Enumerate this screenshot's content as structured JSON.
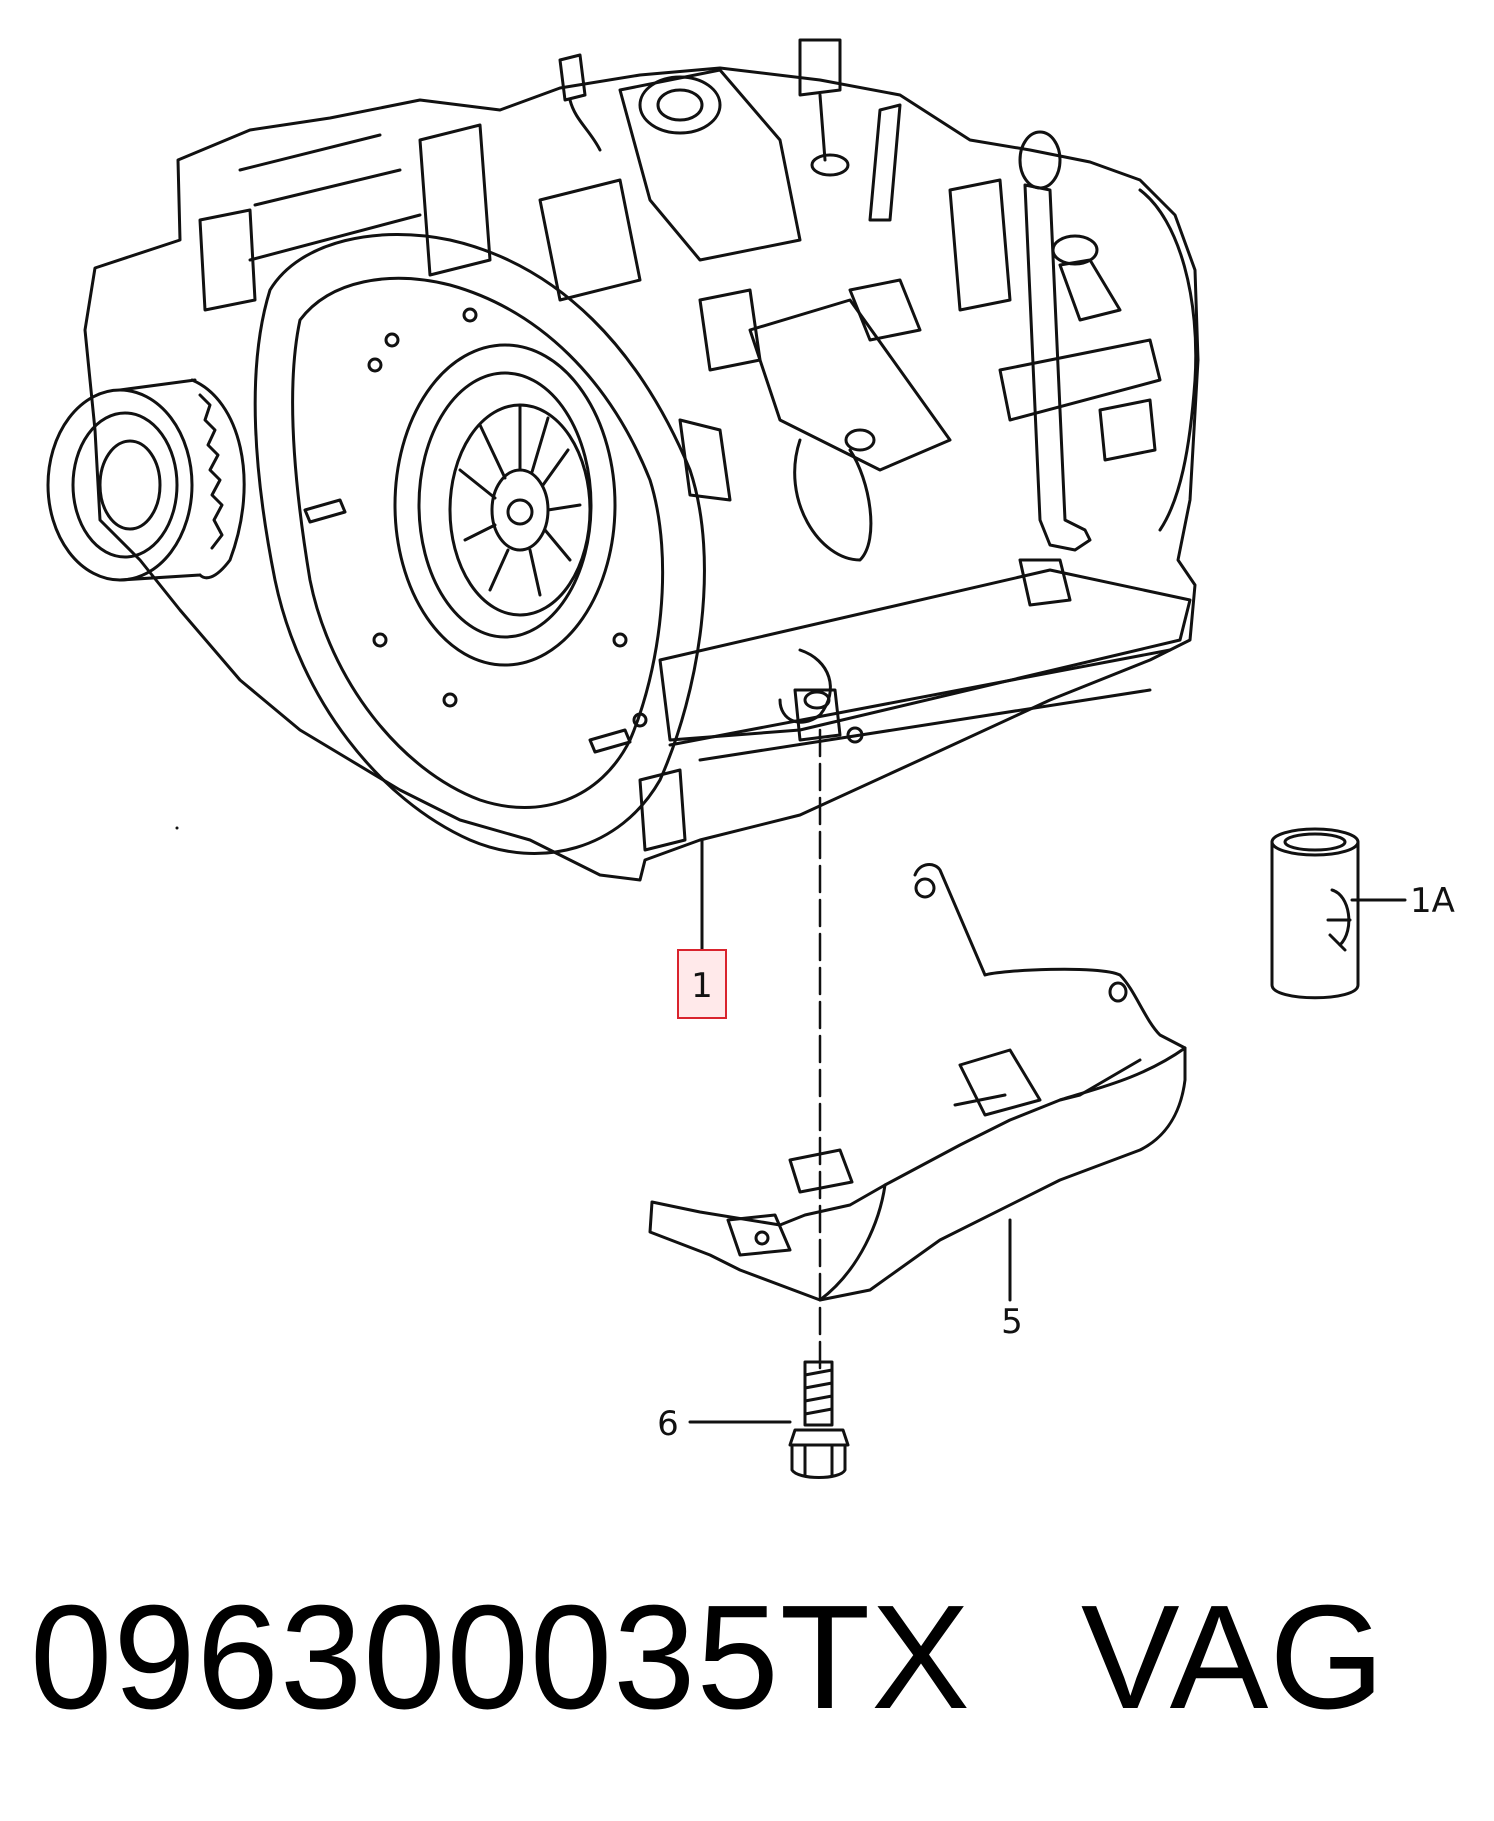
{
  "diagram": {
    "callouts": {
      "item_1": "1",
      "item_1a": "1A",
      "item_5": "5",
      "item_6": "6"
    },
    "highlight_color": "#d9232d",
    "line_color": "#111111"
  },
  "footer": {
    "part_number": "096300035TX",
    "brand": "VAG"
  }
}
